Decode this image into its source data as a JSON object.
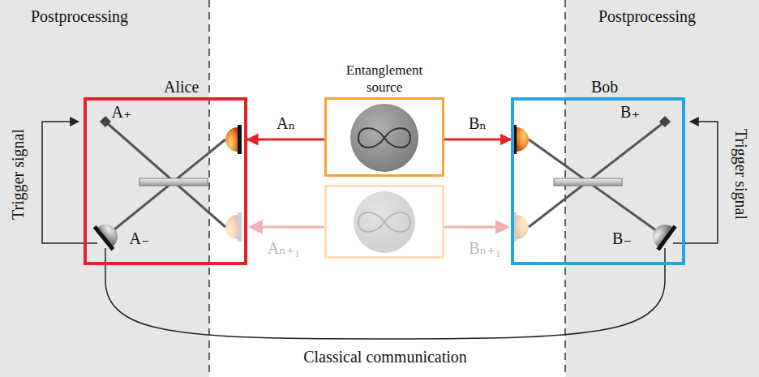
{
  "diagram": {
    "nodes": [
      {
        "text": [
          "Postprocessing"
        ]
      },
      {
        "text": [
          "Alice"
        ]
      },
      {
        "text": [
          "Entanglement source"
        ]
      },
      {
        "text": [
          "Bob"
        ]
      },
      {
        "text": [
          "Postprocessing"
        ]
      }
    ],
    "edges": [
      {
        "from": 2,
        "to": 1,
        "arrow": "to",
        "label": "Aₙ"
      },
      {
        "from": 2,
        "to": 3,
        "arrow": "to",
        "label": "Bₙ"
      },
      {
        "from": 1,
        "to": 3,
        "arrow": "none",
        "label": "Classical communication"
      }
    ],
    "labels": [
      "A₊",
      "A₋",
      "Aₙ₊₁",
      "B₊",
      "B₋",
      "Bₙ₊₁",
      "Trigger signal",
      "Trigger signal"
    ]
  }
}
